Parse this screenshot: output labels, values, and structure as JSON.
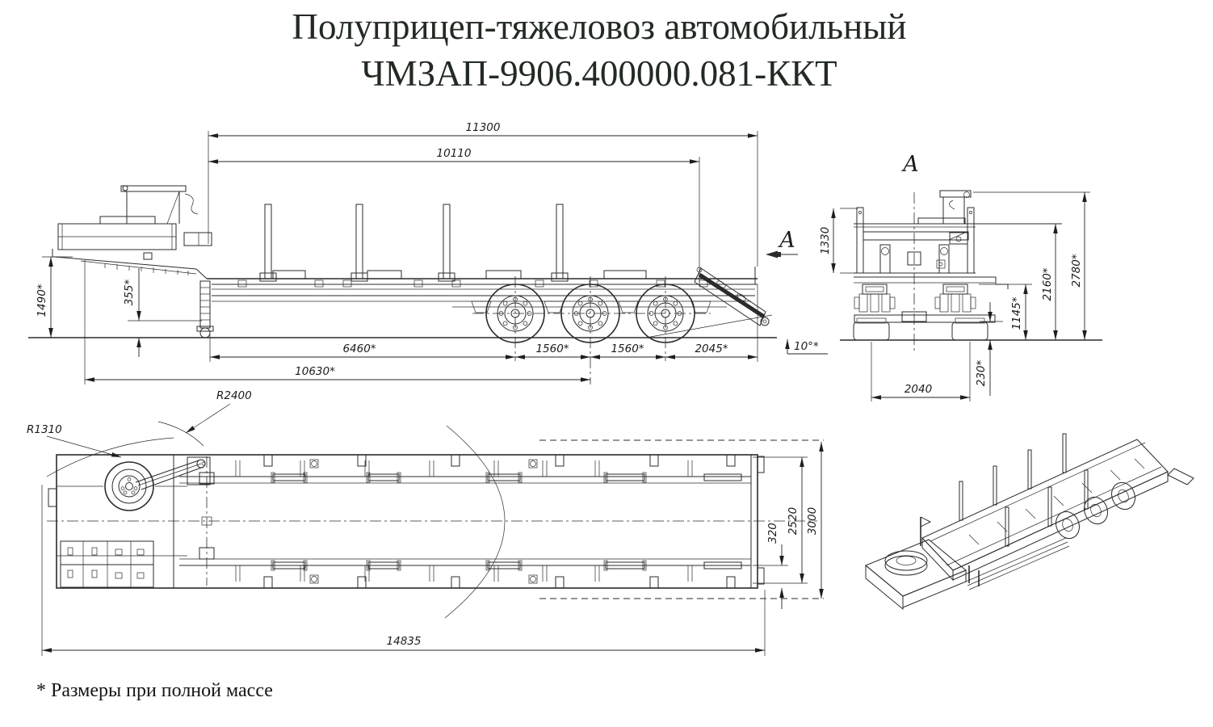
{
  "title": {
    "line1": "Полуприцеп-тяжеловоз автомобильный",
    "line2": "ЧМЗАП-9906.400000.081-ККТ"
  },
  "footnote": {
    "text": "* Размеры при полной массе"
  },
  "side_view": {
    "view_arrow_label": "A",
    "dims": {
      "overall_length": "11300",
      "deck_length": "10110",
      "gooseneck_height": "1490*",
      "rear_frame_height": "355*",
      "kingpin_to_axle1": "6460*",
      "axle_gap1": "1560*",
      "axle_gap2": "1560*",
      "rear_overhang": "2045*",
      "kingpin_to_mid_axle": "10630*",
      "ramp_angle": "10°*"
    }
  },
  "rear_view": {
    "label": "A",
    "dims": {
      "side_board_height": "1330",
      "suspension_height": "1145*",
      "deck_height": "2160*",
      "overall_height": "2780*",
      "ground_clearance": "230*",
      "track_width": "2040"
    }
  },
  "top_view": {
    "dims": {
      "radius_rear_swing": "R2400",
      "radius_front": "R1310",
      "beam_offset": "320",
      "deck_width": "2520",
      "overall_width": "3000",
      "overall_length": "14835"
    }
  }
}
